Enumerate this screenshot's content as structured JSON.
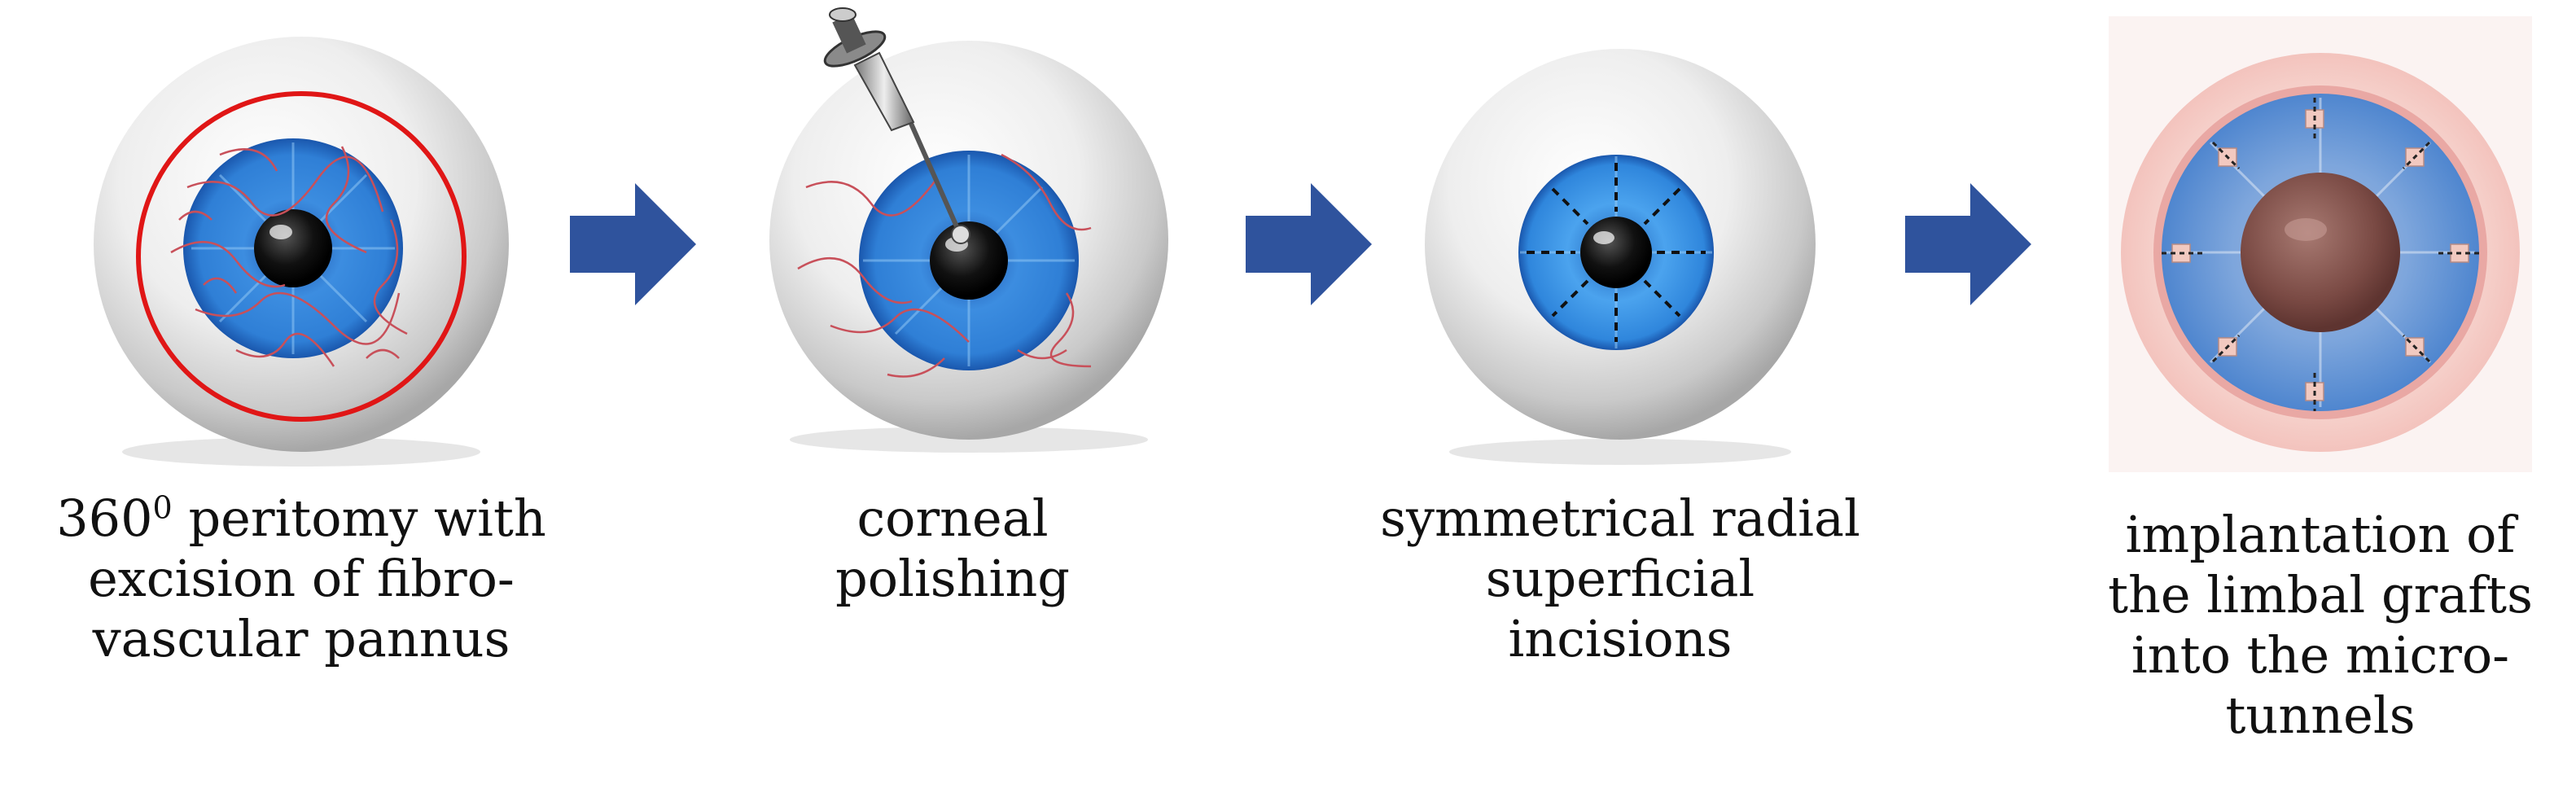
{
  "colors": {
    "iris": "#2f7fd6",
    "iris_light": "#6fb4f2",
    "pupil": "#111111",
    "vessel": "#c8505a",
    "peritomy_ring": "#e01616",
    "arrow": "#2f539d",
    "sclera_pink": "#f3c3bd",
    "graft": "#f2c9c0",
    "pupil_brown": "#7a4a44"
  },
  "steps": [
    {
      "icon": "eye-with-peritomy-ring-icon",
      "caption_lines": [
        "360",
        "peritomy with",
        "excision of fibro-",
        "vascular pannus"
      ],
      "superscript": "0"
    },
    {
      "icon": "eye-with-polishing-burr-icon",
      "caption_lines": [
        "corneal",
        "polishing"
      ]
    },
    {
      "icon": "eye-with-radial-incisions-icon",
      "caption_lines": [
        "symmetrical radial",
        "superficial",
        "incisions"
      ]
    },
    {
      "icon": "eye-with-limbal-grafts-icon",
      "caption_lines": [
        "implantation of",
        "the limbal grafts",
        "into the micro-",
        "tunnels"
      ]
    }
  ],
  "arrows": [
    "right-arrow-icon",
    "right-arrow-icon",
    "right-arrow-icon"
  ]
}
